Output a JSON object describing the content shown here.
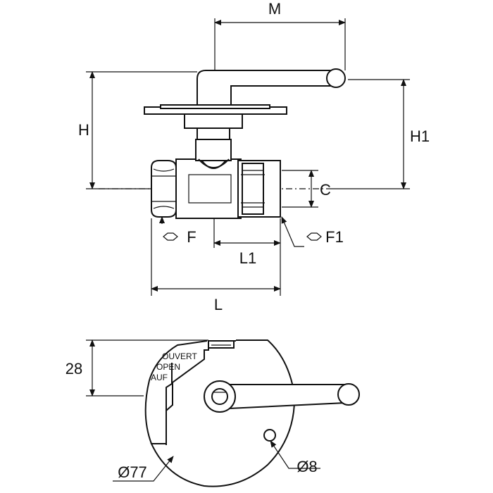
{
  "dimensions": {
    "M": "M",
    "H": "H",
    "H1": "H1",
    "C": "C",
    "F": "F",
    "F1": "F1",
    "L1": "L1",
    "L": "L",
    "height_28": "28",
    "diameter_77": "Ø77",
    "diameter_8": "Ø8"
  },
  "plate_markings": {
    "line1": "OUVERT",
    "line2": "OPEN",
    "line3": "AUF"
  },
  "icons": {
    "hex": "hexagon-icon"
  }
}
